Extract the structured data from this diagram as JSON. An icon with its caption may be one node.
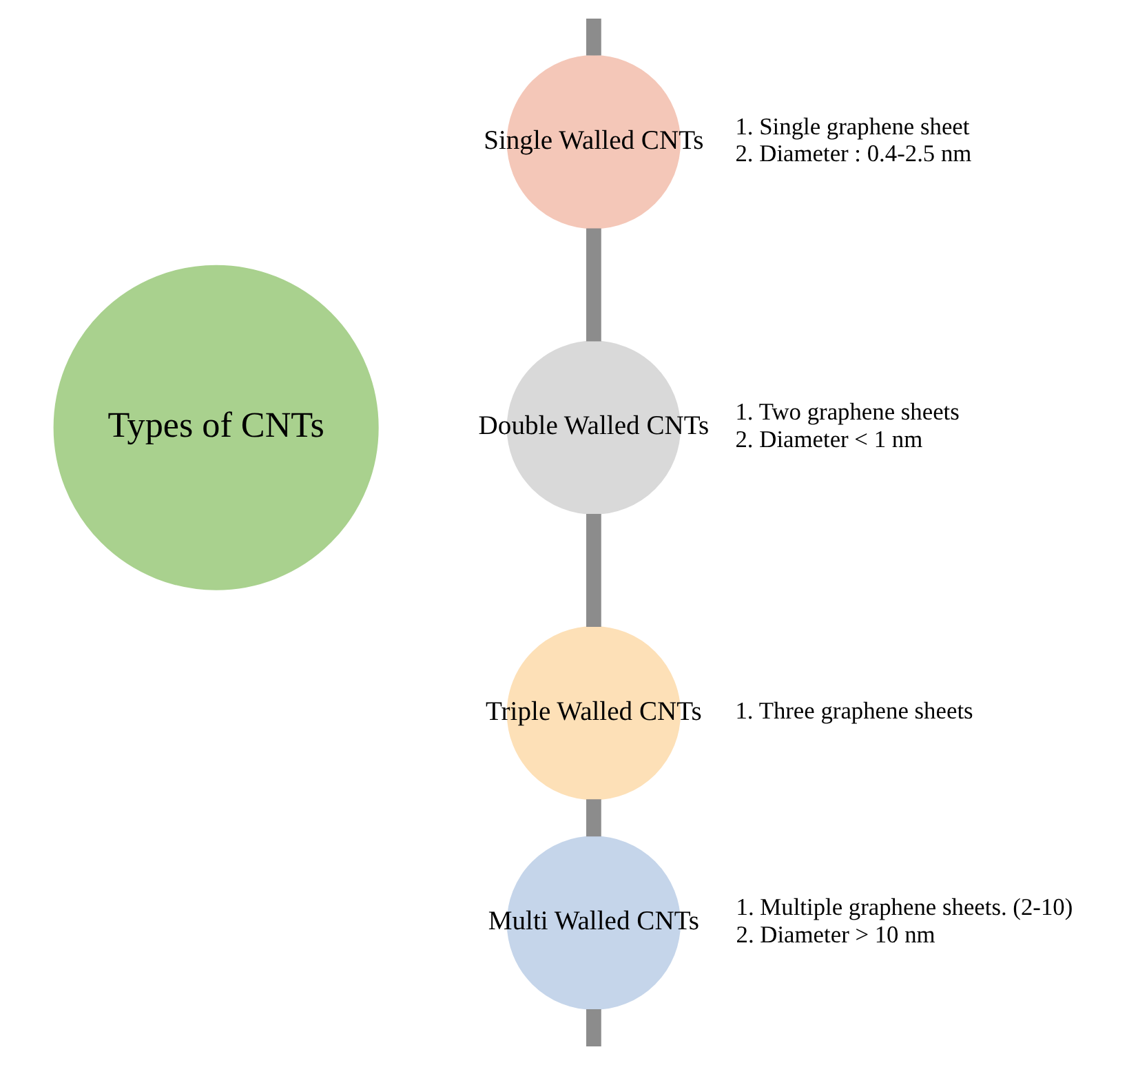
{
  "diagram": {
    "nodes": [
      {
        "text": [
          "Types of CNTs"
        ]
      },
      {
        "text": [
          "Single Walled CNTs"
        ],
        "beside": [
          "1. Single graphene sheet",
          "2. Diameter : 0.4-2.5 nm"
        ]
      },
      {
        "text": [
          "Double Walled CNTs"
        ],
        "beside": [
          "1. Two graphene sheets",
          "2. Diameter < 1 nm"
        ]
      },
      {
        "text": [
          "Triple Walled CNTs"
        ],
        "beside": [
          "1. Three graphene sheets"
        ]
      },
      {
        "text": [
          "Multi Walled CNTs"
        ],
        "beside": [
          "1. Multiple graphene sheets. (2-10)",
          "2. Diameter > 10 nm"
        ]
      }
    ],
    "edges": [
      {
        "from": null,
        "to": 1,
        "arrow": "none"
      },
      {
        "from": 1,
        "to": 2,
        "arrow": "none"
      },
      {
        "from": 2,
        "to": 3,
        "arrow": "none"
      },
      {
        "from": 3,
        "to": 4,
        "arrow": "none"
      },
      {
        "from": 4,
        "to": null,
        "arrow": "none"
      }
    ]
  }
}
